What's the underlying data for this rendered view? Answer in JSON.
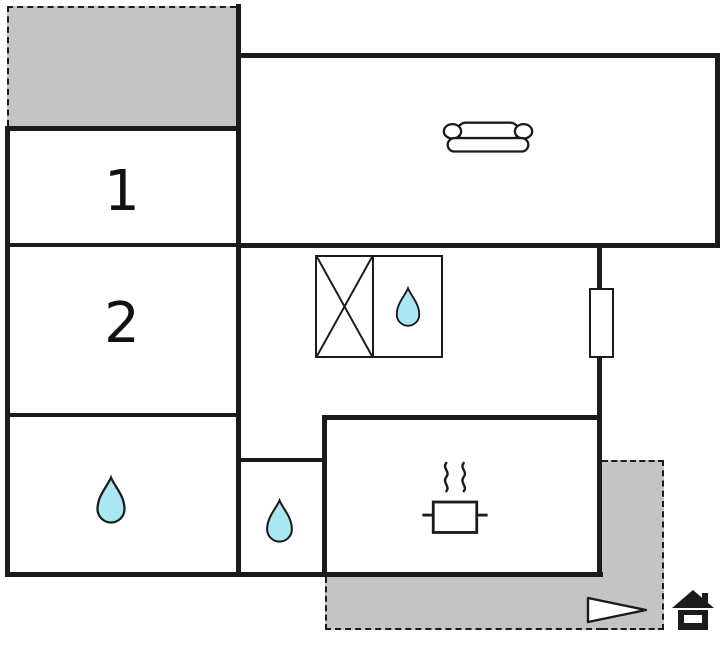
{
  "floor_plan": {
    "type": "apartment-floor-plan",
    "room_labels": {
      "room1": "1",
      "room2": "2"
    },
    "colors": {
      "wall": "#1b1b1b",
      "terrace_fill": "#c4c4c4",
      "water_drop_fill": "#a9e8f3",
      "background": "#ffffff"
    },
    "icons": {
      "living_area": "sofa-icon",
      "fixture_crossed": "crossed-box-icon",
      "fixture_sink": "water-drop-icon",
      "bathroom_large": "water-drop-icon",
      "bathroom_small": "water-drop-icon",
      "kitchen": "cooking-pot-icon",
      "window": "window-icon",
      "terrace_marker": "flag-icon",
      "logo": "house-icon"
    }
  }
}
